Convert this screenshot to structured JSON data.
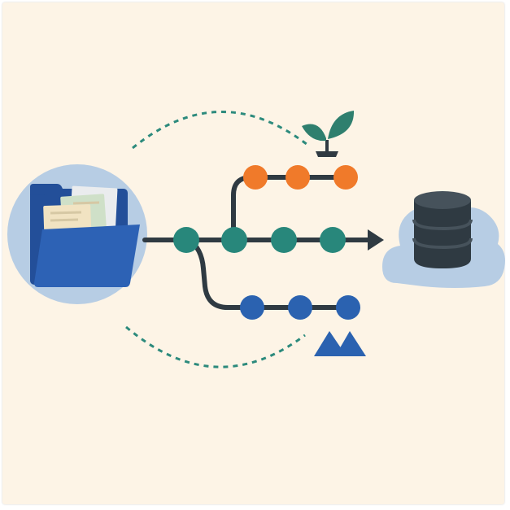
{
  "colors": {
    "background": "#fdf4e6",
    "bubble_blue": "#b7cde4",
    "folder_blue": "#2d62b5",
    "folder_blue_dark": "#234f99",
    "paper_cream": "#f1e3c2",
    "paper_green": "#cfe0c8",
    "paper_light": "#eaecee",
    "line_dark": "#2f3a42",
    "node_orange": "#f07a2a",
    "node_teal": "#28877b",
    "node_blue": "#2b62b0",
    "dashed_teal": "#2c8a7c",
    "sprout_green": "#2f7f6e",
    "sprout_pot": "#2f3a42",
    "mountain_blue": "#2b62b0",
    "database_dark": "#2f3a42",
    "database_band": "#46525b"
  },
  "icons": {
    "source": "folder-icon",
    "destination": "database-icon",
    "branch_top_marker": "sprout-icon",
    "branch_bottom_marker": "mountains-icon",
    "flow_arrow": "arrow-right-icon"
  },
  "branches": {
    "main": {
      "color": "teal",
      "node_count": 4,
      "ends_with_arrow": true
    },
    "upper": {
      "color": "orange",
      "node_count": 3
    },
    "lower": {
      "color": "blue",
      "node_count": 3
    }
  }
}
